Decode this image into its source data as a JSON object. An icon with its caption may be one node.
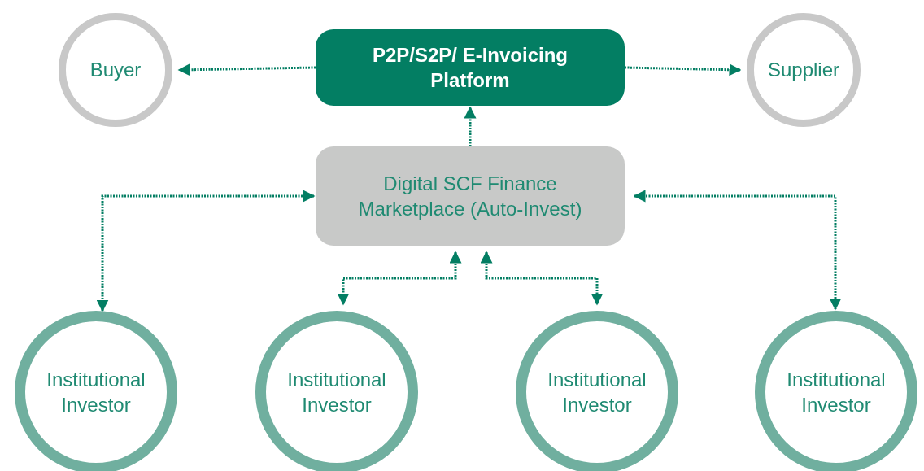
{
  "diagram": {
    "nodes": [
      {
        "text": [
          "Buyer"
        ]
      },
      {
        "text": [
          "P2P/S2P/ E-Invoicing Platform"
        ]
      },
      {
        "text": [
          "Supplier"
        ]
      },
      {
        "text": [
          "Digital SCF Finance Marketplace (Auto-Invest)"
        ]
      },
      {
        "text": [
          "Institutional Investor"
        ]
      },
      {
        "text": [
          "Institutional Investor"
        ]
      },
      {
        "text": [
          "Institutional Investor"
        ]
      },
      {
        "text": [
          "Institutional Investor"
        ]
      }
    ],
    "edges": [
      {
        "from": 1,
        "to": 0,
        "arrow": "to",
        "style": "dashed"
      },
      {
        "from": 1,
        "to": 2,
        "arrow": "to",
        "style": "dashed"
      },
      {
        "from": 3,
        "to": 1,
        "arrow": "to",
        "style": "dashed"
      },
      {
        "from": 3,
        "to": 4,
        "arrow": "both",
        "style": "dashed"
      },
      {
        "from": 3,
        "to": 5,
        "arrow": "both",
        "style": "dashed"
      },
      {
        "from": 3,
        "to": 6,
        "arrow": "both",
        "style": "dashed"
      },
      {
        "from": 3,
        "to": 7,
        "arrow": "both",
        "style": "dashed"
      }
    ]
  }
}
